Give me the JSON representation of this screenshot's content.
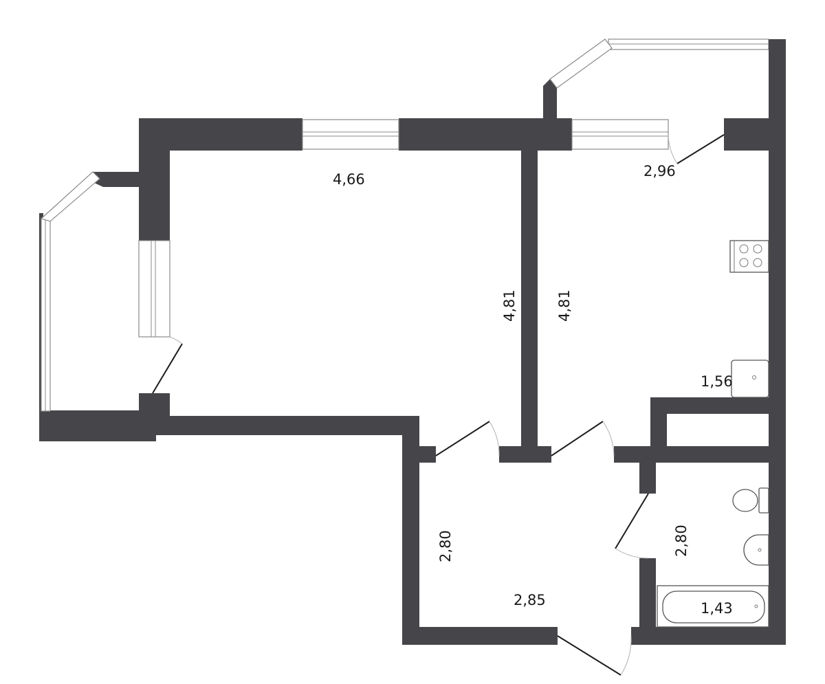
{
  "dimensions": {
    "room_width": "4,66",
    "room_length": "4,81",
    "kitchen_length": "4,81",
    "kitchen_width": "2,96",
    "kitchen_niche": "1,56",
    "hall_length": "2,80",
    "hall_width": "2,85",
    "bath_length": "2,80",
    "bath_width": "1,43"
  }
}
